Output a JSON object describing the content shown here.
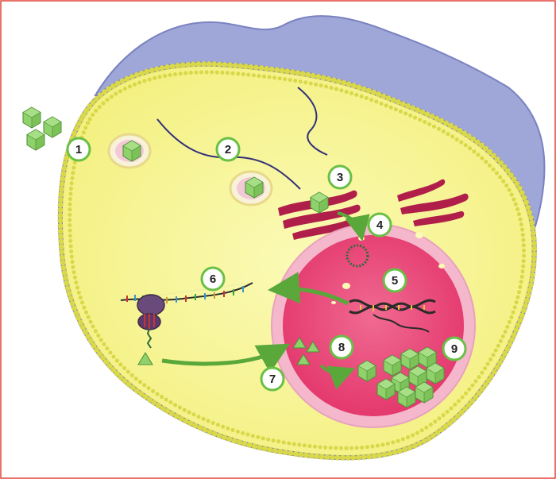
{
  "steps": [
    {
      "number": "1"
    },
    {
      "number": "2"
    },
    {
      "number": "3"
    },
    {
      "number": "4"
    },
    {
      "number": "5"
    },
    {
      "number": "6"
    },
    {
      "number": "7"
    },
    {
      "number": "8"
    },
    {
      "number": "9"
    }
  ],
  "colors": {
    "frame_border": "#e0453a",
    "cytoplasm": "#f7f59a",
    "cytoplasm_edge": "#eef07a",
    "membrane_head": "#d8d84a",
    "membrane_line": "#7a7bc0",
    "neighbor_cell": "#9fa6d8",
    "neighbor_cell_edge": "#7a82c0",
    "nucleus": "#e8356a",
    "nucleus_envelope": "#f4b7cc",
    "golgi": "#b01e4a",
    "capsid": "#8fd16a",
    "capsid_edge": "#4e8f35",
    "arrow_green": "#5aa83a",
    "label_border": "#6abf45",
    "dna_dark": "#2b2b2b",
    "microtubule": "#33307a"
  },
  "icons": [
    "virus-capsid-icon",
    "ribosome-icon",
    "dna-double-helix-icon",
    "circular-genome-icon",
    "mrna-strand-icon",
    "capsid-protein-triangle-icon",
    "golgi-apparatus-icon",
    "endosome-icon"
  ]
}
